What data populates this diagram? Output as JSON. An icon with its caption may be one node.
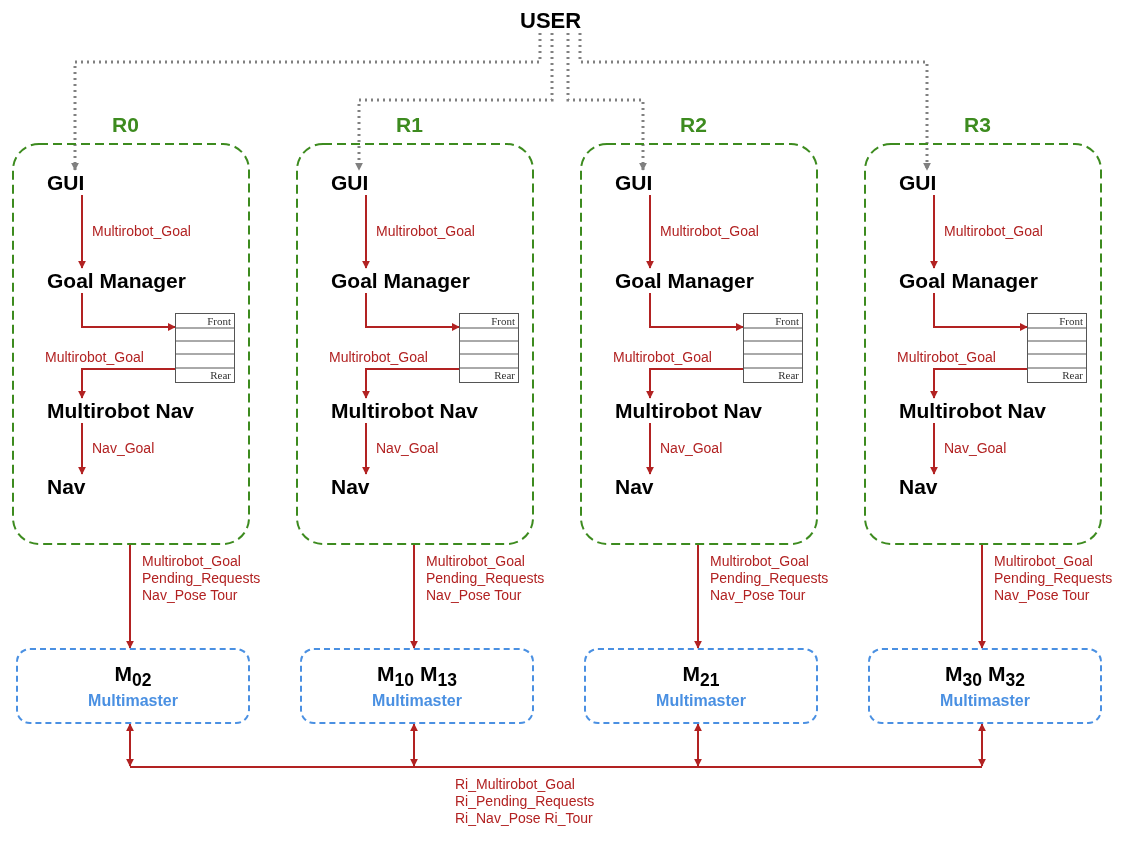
{
  "diagram": {
    "nodes": [
      {
        "text": [
          "USER"
        ]
      },
      {
        "text": [
          "R0"
        ]
      },
      {
        "text": [
          "GUI"
        ],
        "in": 1
      },
      {
        "text": [
          "Goal Manager"
        ],
        "in": 1
      },
      {
        "text": [
          "Front",
          "Rear"
        ],
        "in": 1
      },
      {
        "text": [
          "Multirobot Nav"
        ],
        "in": 1
      },
      {
        "text": [
          "Nav"
        ],
        "in": 1
      },
      {
        "text": [
          "M$_{02}$",
          "Multimaster"
        ]
      },
      {
        "text": [
          "R1"
        ]
      },
      {
        "text": [
          "GUI"
        ],
        "in": 8
      },
      {
        "text": [
          "Goal Manager"
        ],
        "in": 8
      },
      {
        "text": [
          "Front",
          "Rear"
        ],
        "in": 8
      },
      {
        "text": [
          "Multirobot Nav"
        ],
        "in": 8
      },
      {
        "text": [
          "Nav"
        ],
        "in": 8
      },
      {
        "text": [
          "M$_{10}$ M$_{13}$",
          "Multimaster"
        ]
      },
      {
        "text": [
          "R2"
        ]
      },
      {
        "text": [
          "GUI"
        ],
        "in": 15
      },
      {
        "text": [
          "Goal Manager"
        ],
        "in": 15
      },
      {
        "text": [
          "Front",
          "Rear"
        ],
        "in": 15
      },
      {
        "text": [
          "Multirobot Nav"
        ],
        "in": 15
      },
      {
        "text": [
          "Nav"
        ],
        "in": 15
      },
      {
        "text": [
          "M$_{21}$",
          "Multimaster"
        ]
      },
      {
        "text": [
          "R3"
        ]
      },
      {
        "text": [
          "GUI"
        ],
        "in": 22
      },
      {
        "text": [
          "Goal Manager"
        ],
        "in": 22
      },
      {
        "text": [
          "Front",
          "Rear"
        ],
        "in": 22
      },
      {
        "text": [
          "Multirobot Nav"
        ],
        "in": 22
      },
      {
        "text": [
          "Nav"
        ],
        "in": 22
      },
      {
        "text": [
          "M$_{30}$ M$_{32}$",
          "Multimaster"
        ]
      },
      {
        "text": [],
        "shape": "bar"
      }
    ],
    "edges": [
      {
        "from": 0,
        "to": 2,
        "arrow": "to",
        "style": "dashed",
        "color": "#808080"
      },
      {
        "from": 2,
        "to": 3,
        "arrow": "to",
        "label": "Multirobot_Goal"
      },
      {
        "from": 3,
        "to": 4,
        "arrow": "to"
      },
      {
        "from": 4,
        "to": 5,
        "arrow": "to",
        "label": "Multirobot_Goal"
      },
      {
        "from": 5,
        "to": 6,
        "arrow": "to",
        "label": "Nav_Goal"
      },
      {
        "from": 1,
        "to": 7,
        "arrow": "to",
        "label": "Multirobot_Goal Pending_Requests Nav_Pose Tour"
      },
      {
        "from": 0,
        "to": 9,
        "arrow": "to",
        "style": "dashed",
        "color": "#808080"
      },
      {
        "from": 9,
        "to": 10,
        "arrow": "to",
        "label": "Multirobot_Goal"
      },
      {
        "from": 10,
        "to": 11,
        "arrow": "to"
      },
      {
        "from": 11,
        "to": 12,
        "arrow": "to",
        "label": "Multirobot_Goal"
      },
      {
        "from": 12,
        "to": 13,
        "arrow": "to",
        "label": "Nav_Goal"
      },
      {
        "from": 8,
        "to": 14,
        "arrow": "to",
        "label": "Multirobot_Goal Pending_Requests Nav_Pose Tour"
      },
      {
        "from": 0,
        "to": 16,
        "arrow": "to",
        "style": "dashed",
        "color": "#808080"
      },
      {
        "from": 16,
        "to": 17,
        "arrow": "to",
        "label": "Multirobot_Goal"
      },
      {
        "from": 17,
        "to": 18,
        "arrow": "to"
      },
      {
        "from": 18,
        "to": 19,
        "arrow": "to",
        "label": "Multirobot_Goal"
      },
      {
        "from": 19,
        "to": 20,
        "arrow": "to",
        "label": "Nav_Goal"
      },
      {
        "from": 15,
        "to": 21,
        "arrow": "to",
        "label": "Multirobot_Goal Pending_Requests Nav_Pose Tour"
      },
      {
        "from": 0,
        "to": 23,
        "arrow": "to",
        "style": "dashed",
        "color": "#808080"
      },
      {
        "from": 23,
        "to": 24,
        "arrow": "to",
        "label": "Multirobot_Goal"
      },
      {
        "from": 24,
        "to": 25,
        "arrow": "to"
      },
      {
        "from": 25,
        "to": 26,
        "arrow": "to",
        "label": "Multirobot_Goal"
      },
      {
        "from": 26,
        "to": 27,
        "arrow": "to",
        "label": "Nav_Goal"
      },
      {
        "from": 22,
        "to": 28,
        "arrow": "to",
        "label": "Multirobot_Goal Pending_Requests Nav_Pose Tour"
      },
      {
        "from": 7,
        "to": 29,
        "arrow": "both"
      },
      {
        "from": 14,
        "to": 29,
        "arrow": "both"
      },
      {
        "from": 21,
        "to": 29,
        "arrow": "both"
      },
      {
        "from": 28,
        "to": 29,
        "arrow": "both"
      }
    ],
    "labels": [
      "Ri_Multirobot_Goal Ri_Pending_Requests Ri_Nav_Pose Ri_Tour"
    ]
  }
}
